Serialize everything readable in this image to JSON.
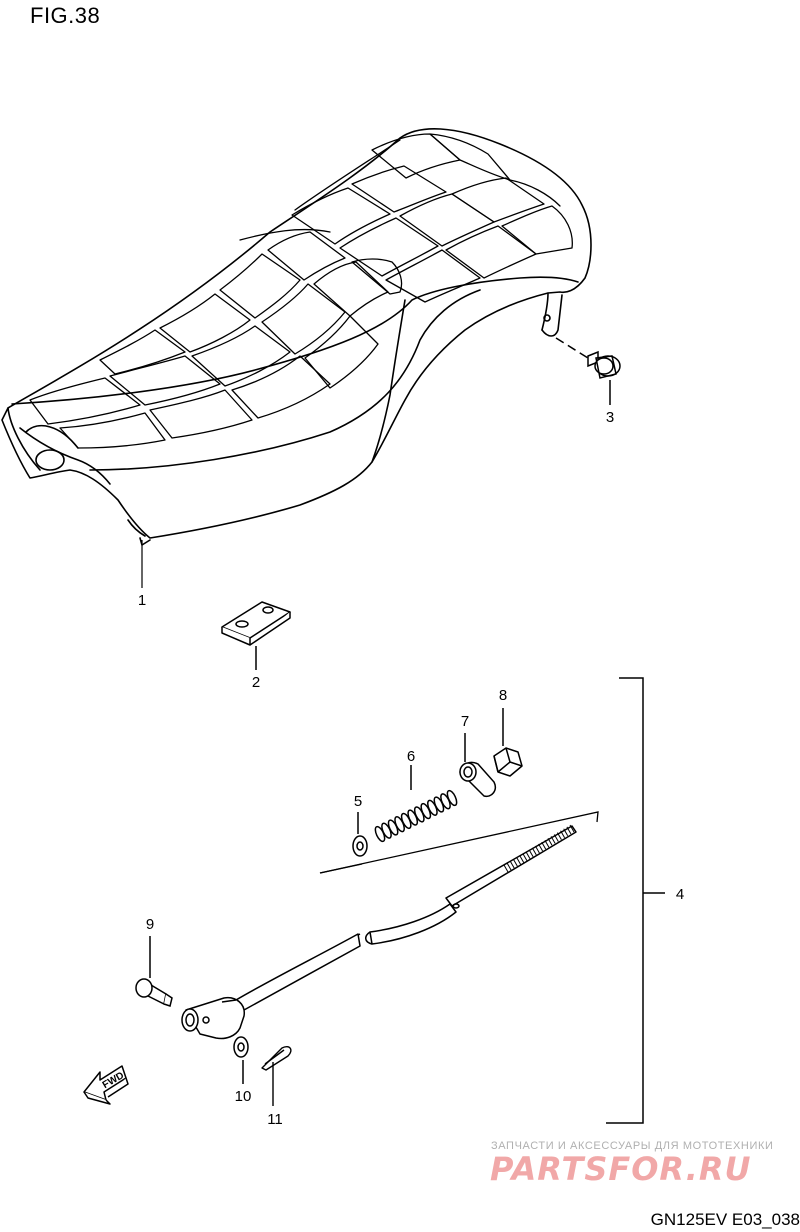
{
  "figure": {
    "title": "FIG.38",
    "code": "GN125EV E03_038"
  },
  "watermark": {
    "tagline": "ЗАПЧАСТИ И АКСЕССУАРЫ ДЛЯ МОТОТЕХНИКИ",
    "brand": "PARTSFOR.RU"
  },
  "direction_marker": {
    "label": "FWD",
    "icon": "arrow-left-icon"
  },
  "callouts": [
    {
      "num": "1",
      "part": "seat"
    },
    {
      "num": "2",
      "part": "seat-plate"
    },
    {
      "num": "3",
      "part": "seat-bolt"
    },
    {
      "num": "4",
      "part": "seat-lock-cable-assembly"
    },
    {
      "num": "5",
      "part": "washer"
    },
    {
      "num": "6",
      "part": "spring"
    },
    {
      "num": "7",
      "part": "collar"
    },
    {
      "num": "8",
      "part": "nut"
    },
    {
      "num": "9",
      "part": "pin"
    },
    {
      "num": "10",
      "part": "washer"
    },
    {
      "num": "11",
      "part": "cotter-pin"
    }
  ],
  "colors": {
    "line": "#000000",
    "background": "#ffffff",
    "watermark": "#ef9a9a"
  }
}
